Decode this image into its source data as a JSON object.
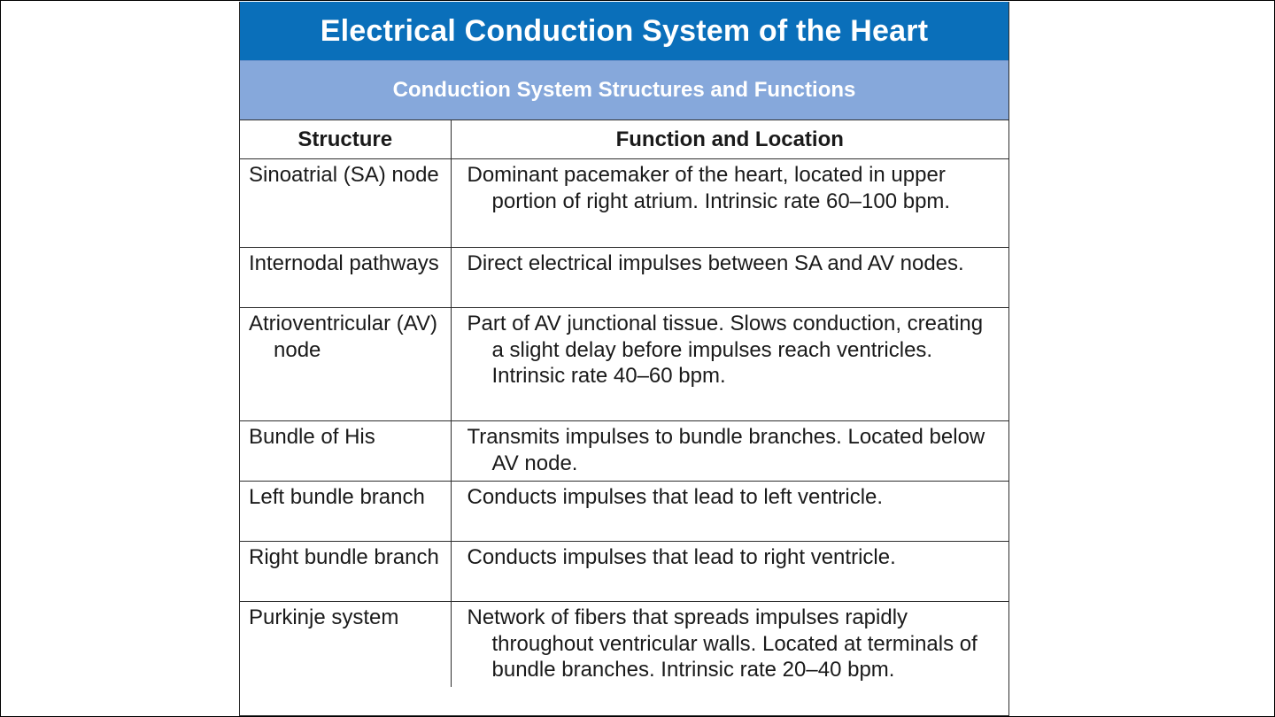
{
  "title": "Electrical Conduction System of the Heart",
  "subtitle": "Conduction System Structures and Functions",
  "columns": [
    "Structure",
    "Function and Location"
  ],
  "rows": [
    {
      "structure": "Sinoatrial (SA) node",
      "function": "Dominant pacemaker of the heart, located in upper portion of right atrium. Intrinsic rate 60–100 bpm."
    },
    {
      "structure": "Internodal pathways",
      "function": "Direct electrical impulses between SA and AV nodes."
    },
    {
      "structure": "Atrioventricular (AV) node",
      "function": "Part of AV junctional tissue. Slows conduction, creating a slight delay before impulses reach ventricles. Intrinsic rate 40–60 bpm."
    },
    {
      "structure": "Bundle of His",
      "function": "Transmits impulses to bundle branches. Located below AV node."
    },
    {
      "structure": "Left bundle branch",
      "function": "Conducts impulses that lead to left ventricle."
    },
    {
      "structure": "Right bundle branch",
      "function": "Conducts impulses that lead to right ventricle."
    },
    {
      "structure": "Purkinje system",
      "function": "Network of fibers that spreads impulses rapidly throughout ventricular walls. Located at terminals of bundle branches. Intrinsic rate 20–40 bpm."
    }
  ],
  "colors": {
    "title_bar": "#0a6fba",
    "subtitle_bar": "#86a8db",
    "header_text": "#ffffff",
    "body_text": "#1a1a1a",
    "rule": "#2d2d2d"
  }
}
